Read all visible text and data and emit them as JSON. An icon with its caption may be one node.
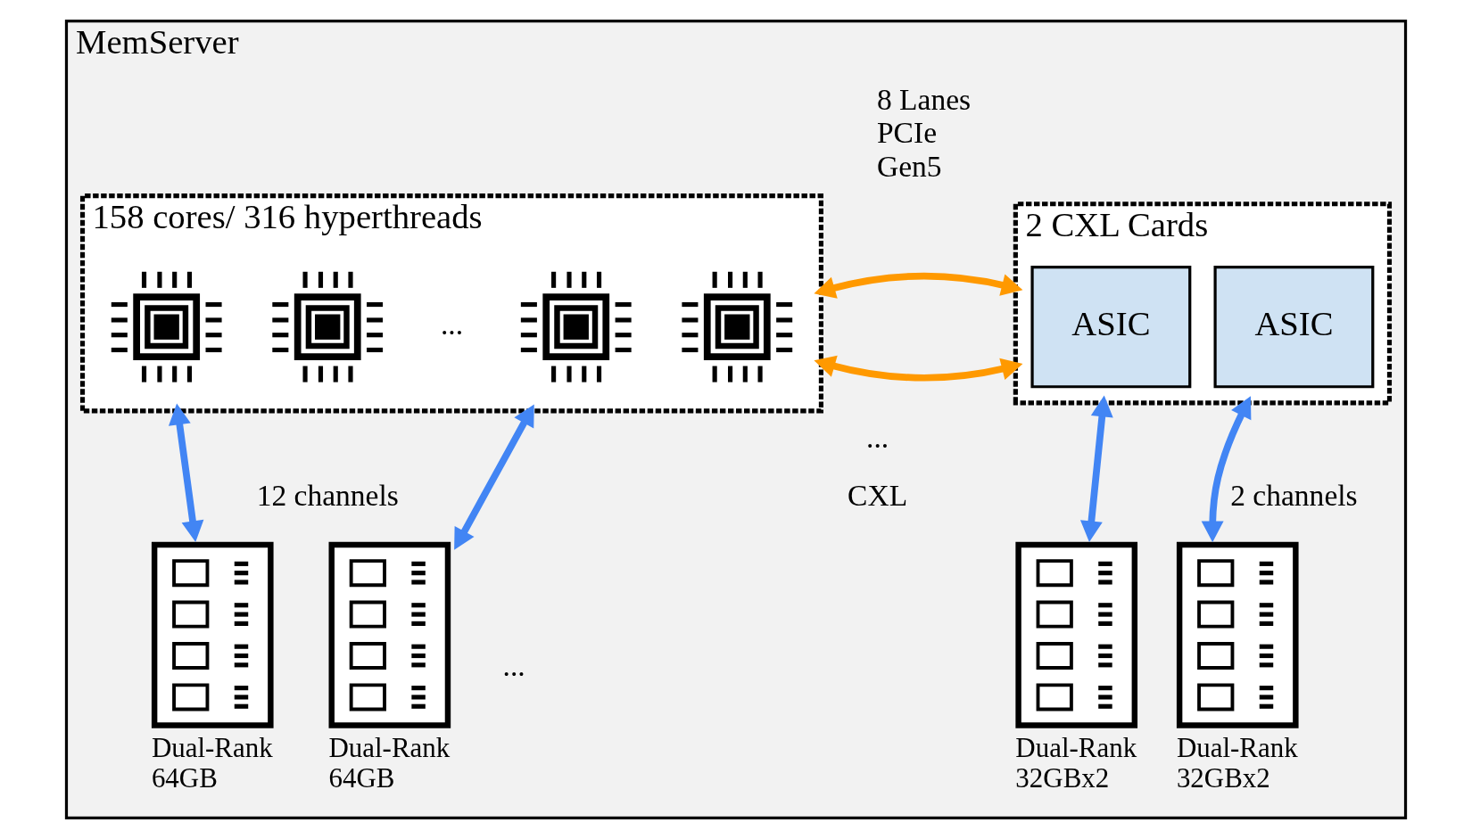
{
  "diagram": {
    "nodes": [
      {
        "text": [
          "MemServer"
        ]
      },
      {
        "text": [
          "158 cores/ 316 hyperthreads"
        ],
        "in": 0
      },
      {
        "text": [],
        "shape": "picture",
        "in": 1
      },
      {
        "text": [],
        "shape": "picture",
        "in": 1
      },
      {
        "text": [],
        "shape": "picture",
        "in": 1
      },
      {
        "text": [],
        "shape": "picture",
        "in": 1
      },
      {
        "text": [
          "2 CXL Cards"
        ],
        "in": 0
      },
      {
        "text": [
          "ASIC"
        ],
        "in": 6
      },
      {
        "text": [
          "ASIC"
        ],
        "in": 6
      },
      {
        "text": [],
        "shape": "picture",
        "in": 0,
        "beside": [
          "Dual-Rank 64GB"
        ]
      },
      {
        "text": [],
        "shape": "picture",
        "in": 0,
        "beside": [
          "Dual-Rank 64GB"
        ]
      },
      {
        "text": [],
        "shape": "picture",
        "in": 0,
        "beside": [
          "Dual-Rank 32GBx2"
        ]
      },
      {
        "text": [],
        "shape": "picture",
        "in": 0,
        "beside": [
          "Dual-Rank 32GBx2"
        ]
      }
    ],
    "edges": [
      {
        "from": 1,
        "to": 6,
        "arrow": "both",
        "color": "#ff9900"
      },
      {
        "from": 1,
        "to": 6,
        "arrow": "both",
        "color": "#ff9900"
      },
      {
        "from": 1,
        "to": 9,
        "arrow": "both"
      },
      {
        "from": 1,
        "to": 10,
        "arrow": "both"
      },
      {
        "from": 6,
        "to": 11,
        "arrow": "both"
      },
      {
        "from": 6,
        "to": 12,
        "arrow": "both"
      }
    ],
    "labels": [
      "8 Lanes PCIe Gen5",
      "...",
      "...",
      "12 channels",
      "CXL",
      "2 channels",
      "..."
    ]
  }
}
